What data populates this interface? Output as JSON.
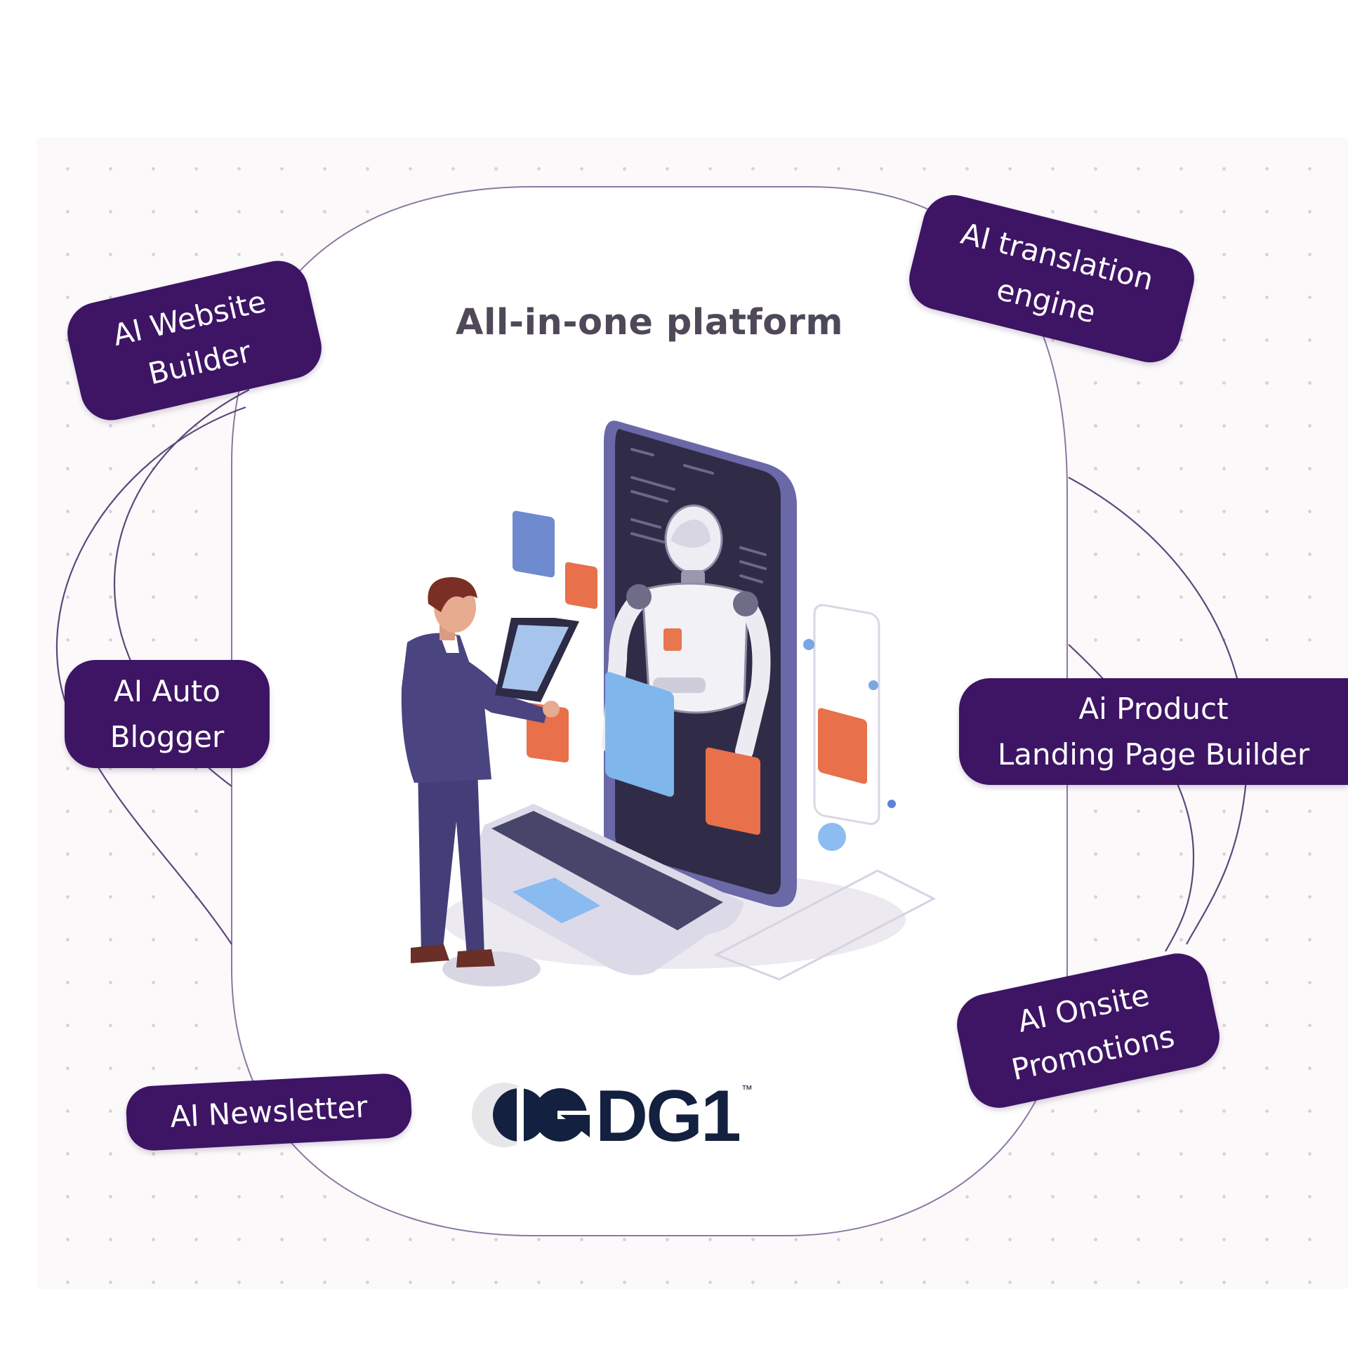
{
  "title": "All-in-one platform",
  "pills": {
    "website_builder": [
      "AI Website",
      "Builder"
    ],
    "translation": [
      "AI translation",
      "engine"
    ],
    "auto_blogger": [
      "AI Auto",
      "Blogger"
    ],
    "landing_page": [
      "Ai Product",
      "Landing Page Builder"
    ],
    "onsite_promotions": [
      "AI Onsite",
      "Promotions"
    ],
    "newsletter": [
      "AI Newsletter"
    ]
  },
  "logo": {
    "text": "DG1",
    "trademark": "™"
  },
  "colors": {
    "pill_bg": "#3d1564",
    "title": "#4e4858",
    "logo_navy": "#13203f",
    "outline": "#6f5a8a"
  }
}
